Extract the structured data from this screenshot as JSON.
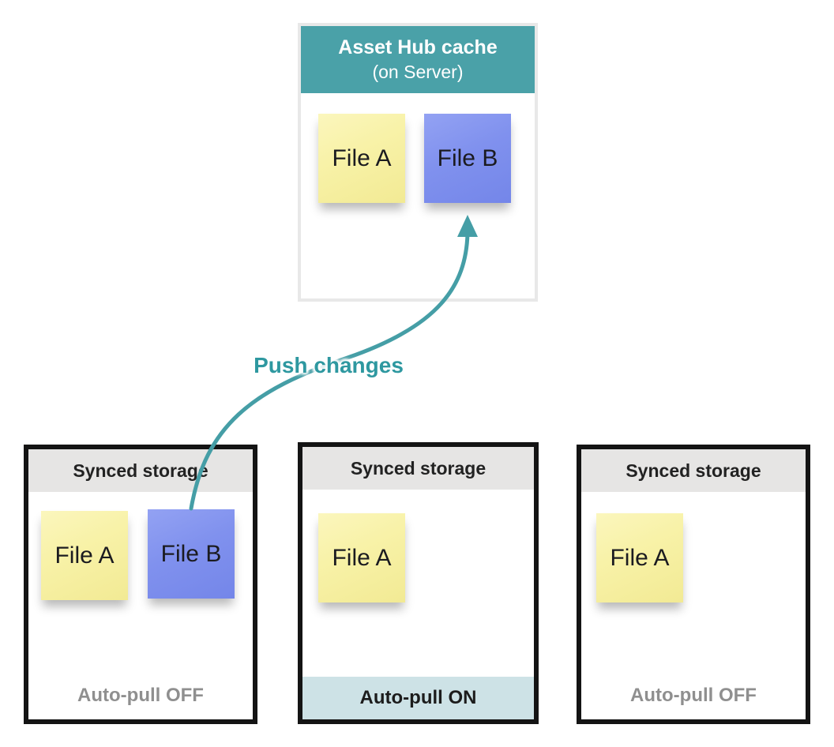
{
  "diagram": {
    "cache_box": {
      "title": "Asset Hub cache",
      "subtitle": "(on Server)",
      "files": [
        {
          "label": "File A",
          "color": "yellow"
        },
        {
          "label": "File B",
          "color": "blue"
        }
      ]
    },
    "arrow": {
      "label": "Push changes"
    },
    "storage_boxes": [
      {
        "title": "Synced storage",
        "files": [
          {
            "label": "File A",
            "color": "yellow"
          },
          {
            "label": "File B",
            "color": "blue"
          }
        ],
        "footer": "Auto-pull OFF",
        "footer_state": "off"
      },
      {
        "title": "Synced storage",
        "files": [
          {
            "label": "File A",
            "color": "yellow"
          }
        ],
        "footer": "Auto-pull ON",
        "footer_state": "on"
      },
      {
        "title": "Synced storage",
        "files": [
          {
            "label": "File A",
            "color": "yellow"
          }
        ],
        "footer": "Auto-pull OFF",
        "footer_state": "off"
      }
    ],
    "colors": {
      "cache_header": "#4aa1a8",
      "arrow": "#459ea6",
      "arrow_label": "#2e98a0",
      "sticky_yellow": "#f8f2a8",
      "sticky_blue": "#8091ee",
      "storage_header_bg": "#e6e5e4",
      "storage_border": "#141414",
      "footer_off_text": "#8f8f8f",
      "footer_on_bg": "#cde2e6"
    }
  }
}
